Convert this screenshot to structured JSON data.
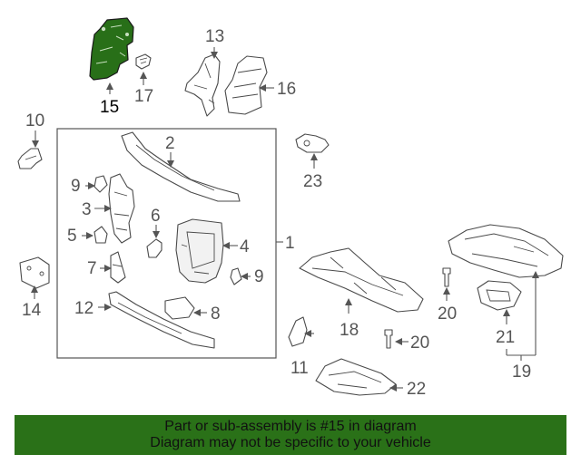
{
  "colors": {
    "highlight": "#286f18",
    "banner_bg": "#2a7118",
    "line": "#4a4a4a",
    "callout": "#555555",
    "highlight_label": "#000000"
  },
  "callouts": {
    "c1": "1",
    "c2": "2",
    "c3": "3",
    "c4": "4",
    "c5": "5",
    "c6": "6",
    "c7": "7",
    "c8": "8",
    "c9a": "9",
    "c9b": "9",
    "c10": "10",
    "c11": "11",
    "c12": "12",
    "c13": "13",
    "c14": "14",
    "c15": "15",
    "c16": "16",
    "c17": "17",
    "c18": "18",
    "c19": "19",
    "c20a": "20",
    "c20b": "20",
    "c21": "21",
    "c22": "22",
    "c23": "23"
  },
  "highlighted_part": "15",
  "banner": {
    "line1": "Part or sub-assembly is #15 in diagram",
    "line2": "Diagram may not be specific to your vehicle"
  }
}
